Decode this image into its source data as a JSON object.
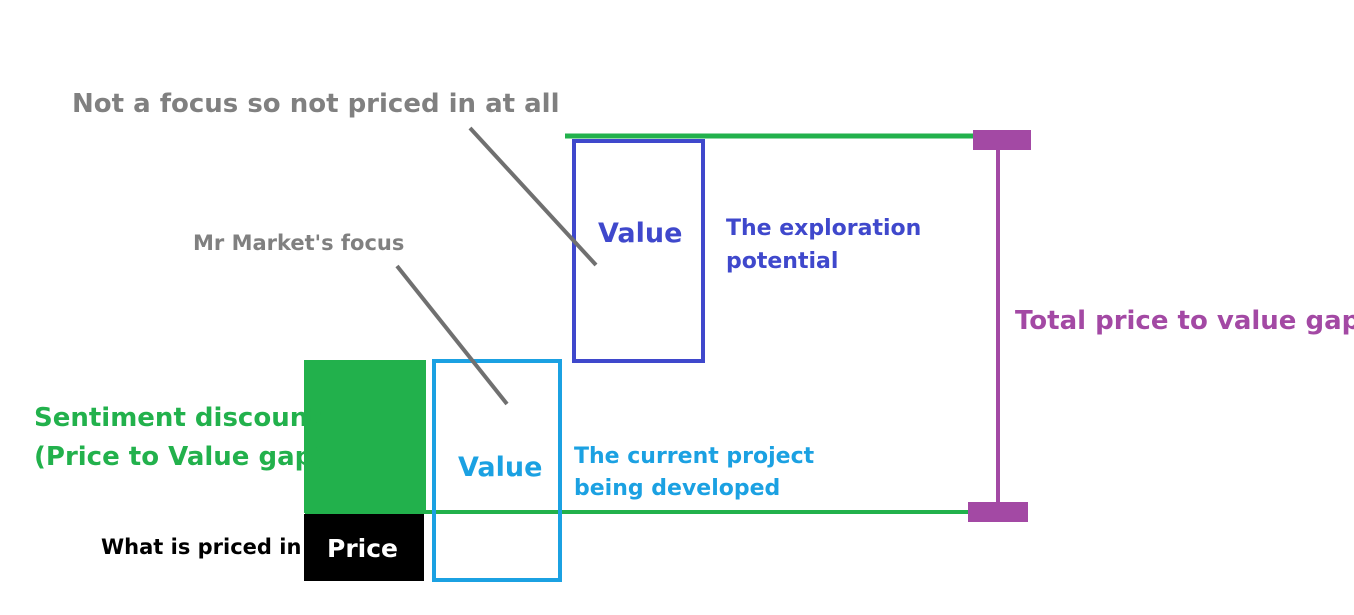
{
  "labels": {
    "not_focus": "Not a focus so not priced in at all",
    "mr_market": "Mr Market's focus",
    "exploration_value": "Value",
    "exploration_line1": "The exploration",
    "exploration_line2": "potential",
    "total_gap": "Total price to value gap",
    "sentiment_line1": "Sentiment discount",
    "sentiment_line2": "(Price to Value gap)",
    "current_value": "Value",
    "current_line1": "The current project",
    "current_line2": "being developed",
    "priced_in": "What is priced in",
    "price": "Price"
  },
  "colors": {
    "grey_text": "#808080",
    "pointer_line": "#707070",
    "green": "#22b14c",
    "dark_blue": "#3f48cc",
    "light_blue": "#1ba1e2",
    "purple": "#a349a4",
    "black": "#000000",
    "white": "#ffffff"
  }
}
